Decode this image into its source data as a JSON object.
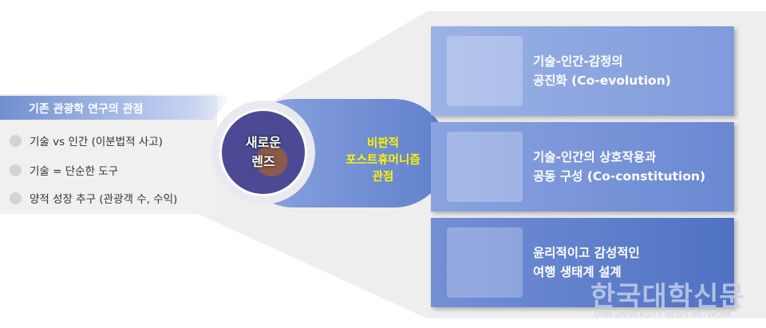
{
  "left_panel": {
    "title": "기존 관광학 연구의 관점",
    "items": [
      "기술 vs 인간  (이분법적 사고)",
      "기술 = 단순한 도구",
      "양적 성장 추구 (관광객 수, 수익)"
    ]
  },
  "center": {
    "lens_line1": "새로운",
    "lens_line2": "렌즈",
    "perspective_line1": "비판적",
    "perspective_line2": "포스트휴머니즘",
    "perspective_line3": "관점"
  },
  "right_boxes": [
    {
      "line1": "기술-인간-감정의",
      "line2": "공진화 (Co-evolution)",
      "color": "#7f9bdb"
    },
    {
      "line1": "기술-인간의 상호작용과",
      "line2": "공동 구성 (Co-constitution)",
      "color": "#6a88d2"
    },
    {
      "line1": "윤리적이고 감성적인",
      "line2": "여행 생태계 설계",
      "color": "#5275c4"
    }
  ],
  "watermark": {
    "logo": "한국대학신문",
    "tagline": "UNN UNIVERSITY NEWS NETWORK"
  },
  "colors": {
    "accent_yellow": "#fff200",
    "header_blue": "#6f8fcf"
  }
}
